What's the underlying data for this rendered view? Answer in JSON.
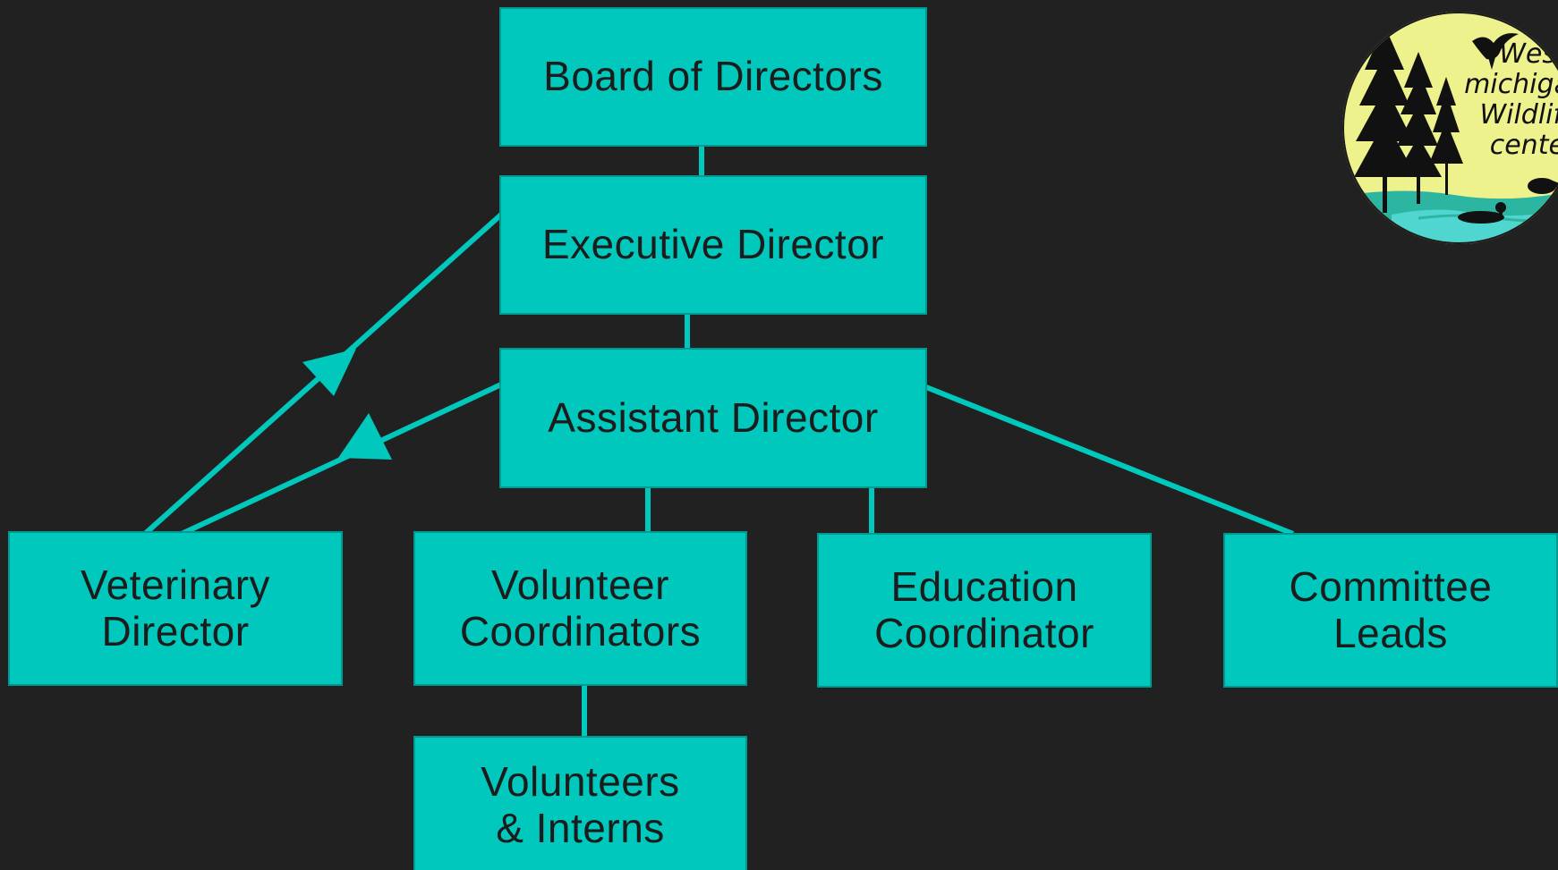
{
  "org_chart": {
    "board": "Board of Directors",
    "executive": "Executive Director",
    "assistant": "Assistant Director",
    "veterinary": "Veterinary\nDirector",
    "volunteer_coordinators": "Volunteer\nCoordinators",
    "education": "Education\nCoordinator",
    "committee": "Committee\nLeads",
    "volunteers": "Volunteers\n& Interns"
  },
  "logo": {
    "text": "West Michigan Wildlife Center"
  },
  "colors": {
    "background": "#212121",
    "box_fill": "#00c8bc",
    "connector": "#00c8bc",
    "text": "#1c1c1c",
    "logo_sky": "#eef28c",
    "logo_water": "#4fd6d0",
    "logo_shore": "#2cb5a0"
  }
}
